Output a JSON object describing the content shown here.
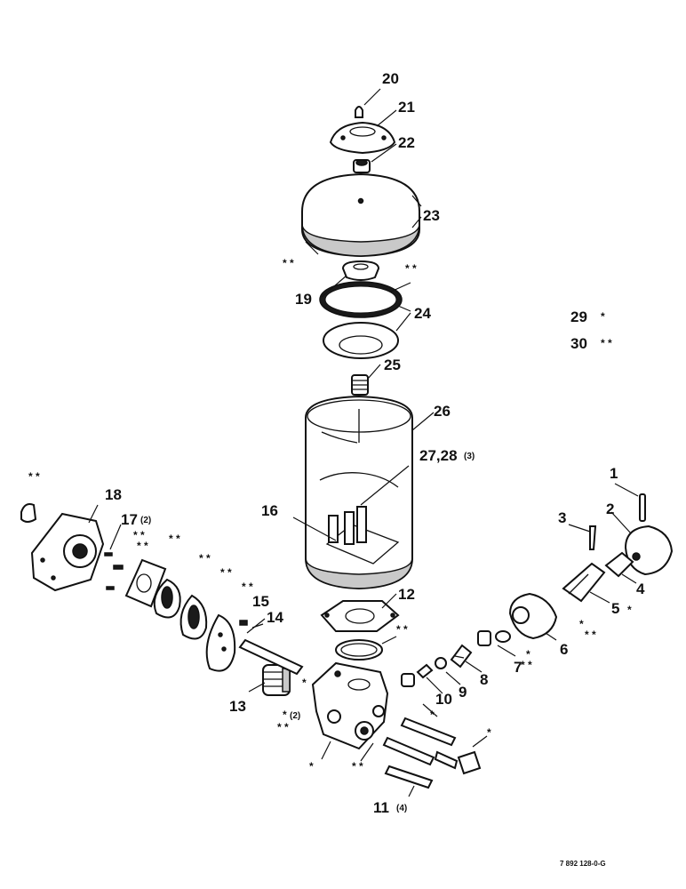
{
  "labels": {
    "p1": "1",
    "p2": "2",
    "p3": "3",
    "p4": "4",
    "p5": "5",
    "p6": "6",
    "p7": "7",
    "p8": "8",
    "p9": "9",
    "p10": "10",
    "p11": "11",
    "p11q": "(4)",
    "p12": "12",
    "p13": "13",
    "p14": "14",
    "p15": "15",
    "p16": "16",
    "p17": "17",
    "p17q": "(2)",
    "p18": "18",
    "p19": "19",
    "p20": "20",
    "p21": "21",
    "p22": "22",
    "p23": "23",
    "p24": "24",
    "p25": "25",
    "p26": "26",
    "p27_28": "27,28",
    "p27_28q": "(3)"
  },
  "legend": {
    "item29": "29",
    "item29_mark": "*",
    "item30": "30",
    "item30_mark": "* *"
  },
  "marks": {
    "single": "*",
    "double": "* *",
    "qty2": "(2)"
  },
  "reference_code": "7 892 128-0-G"
}
